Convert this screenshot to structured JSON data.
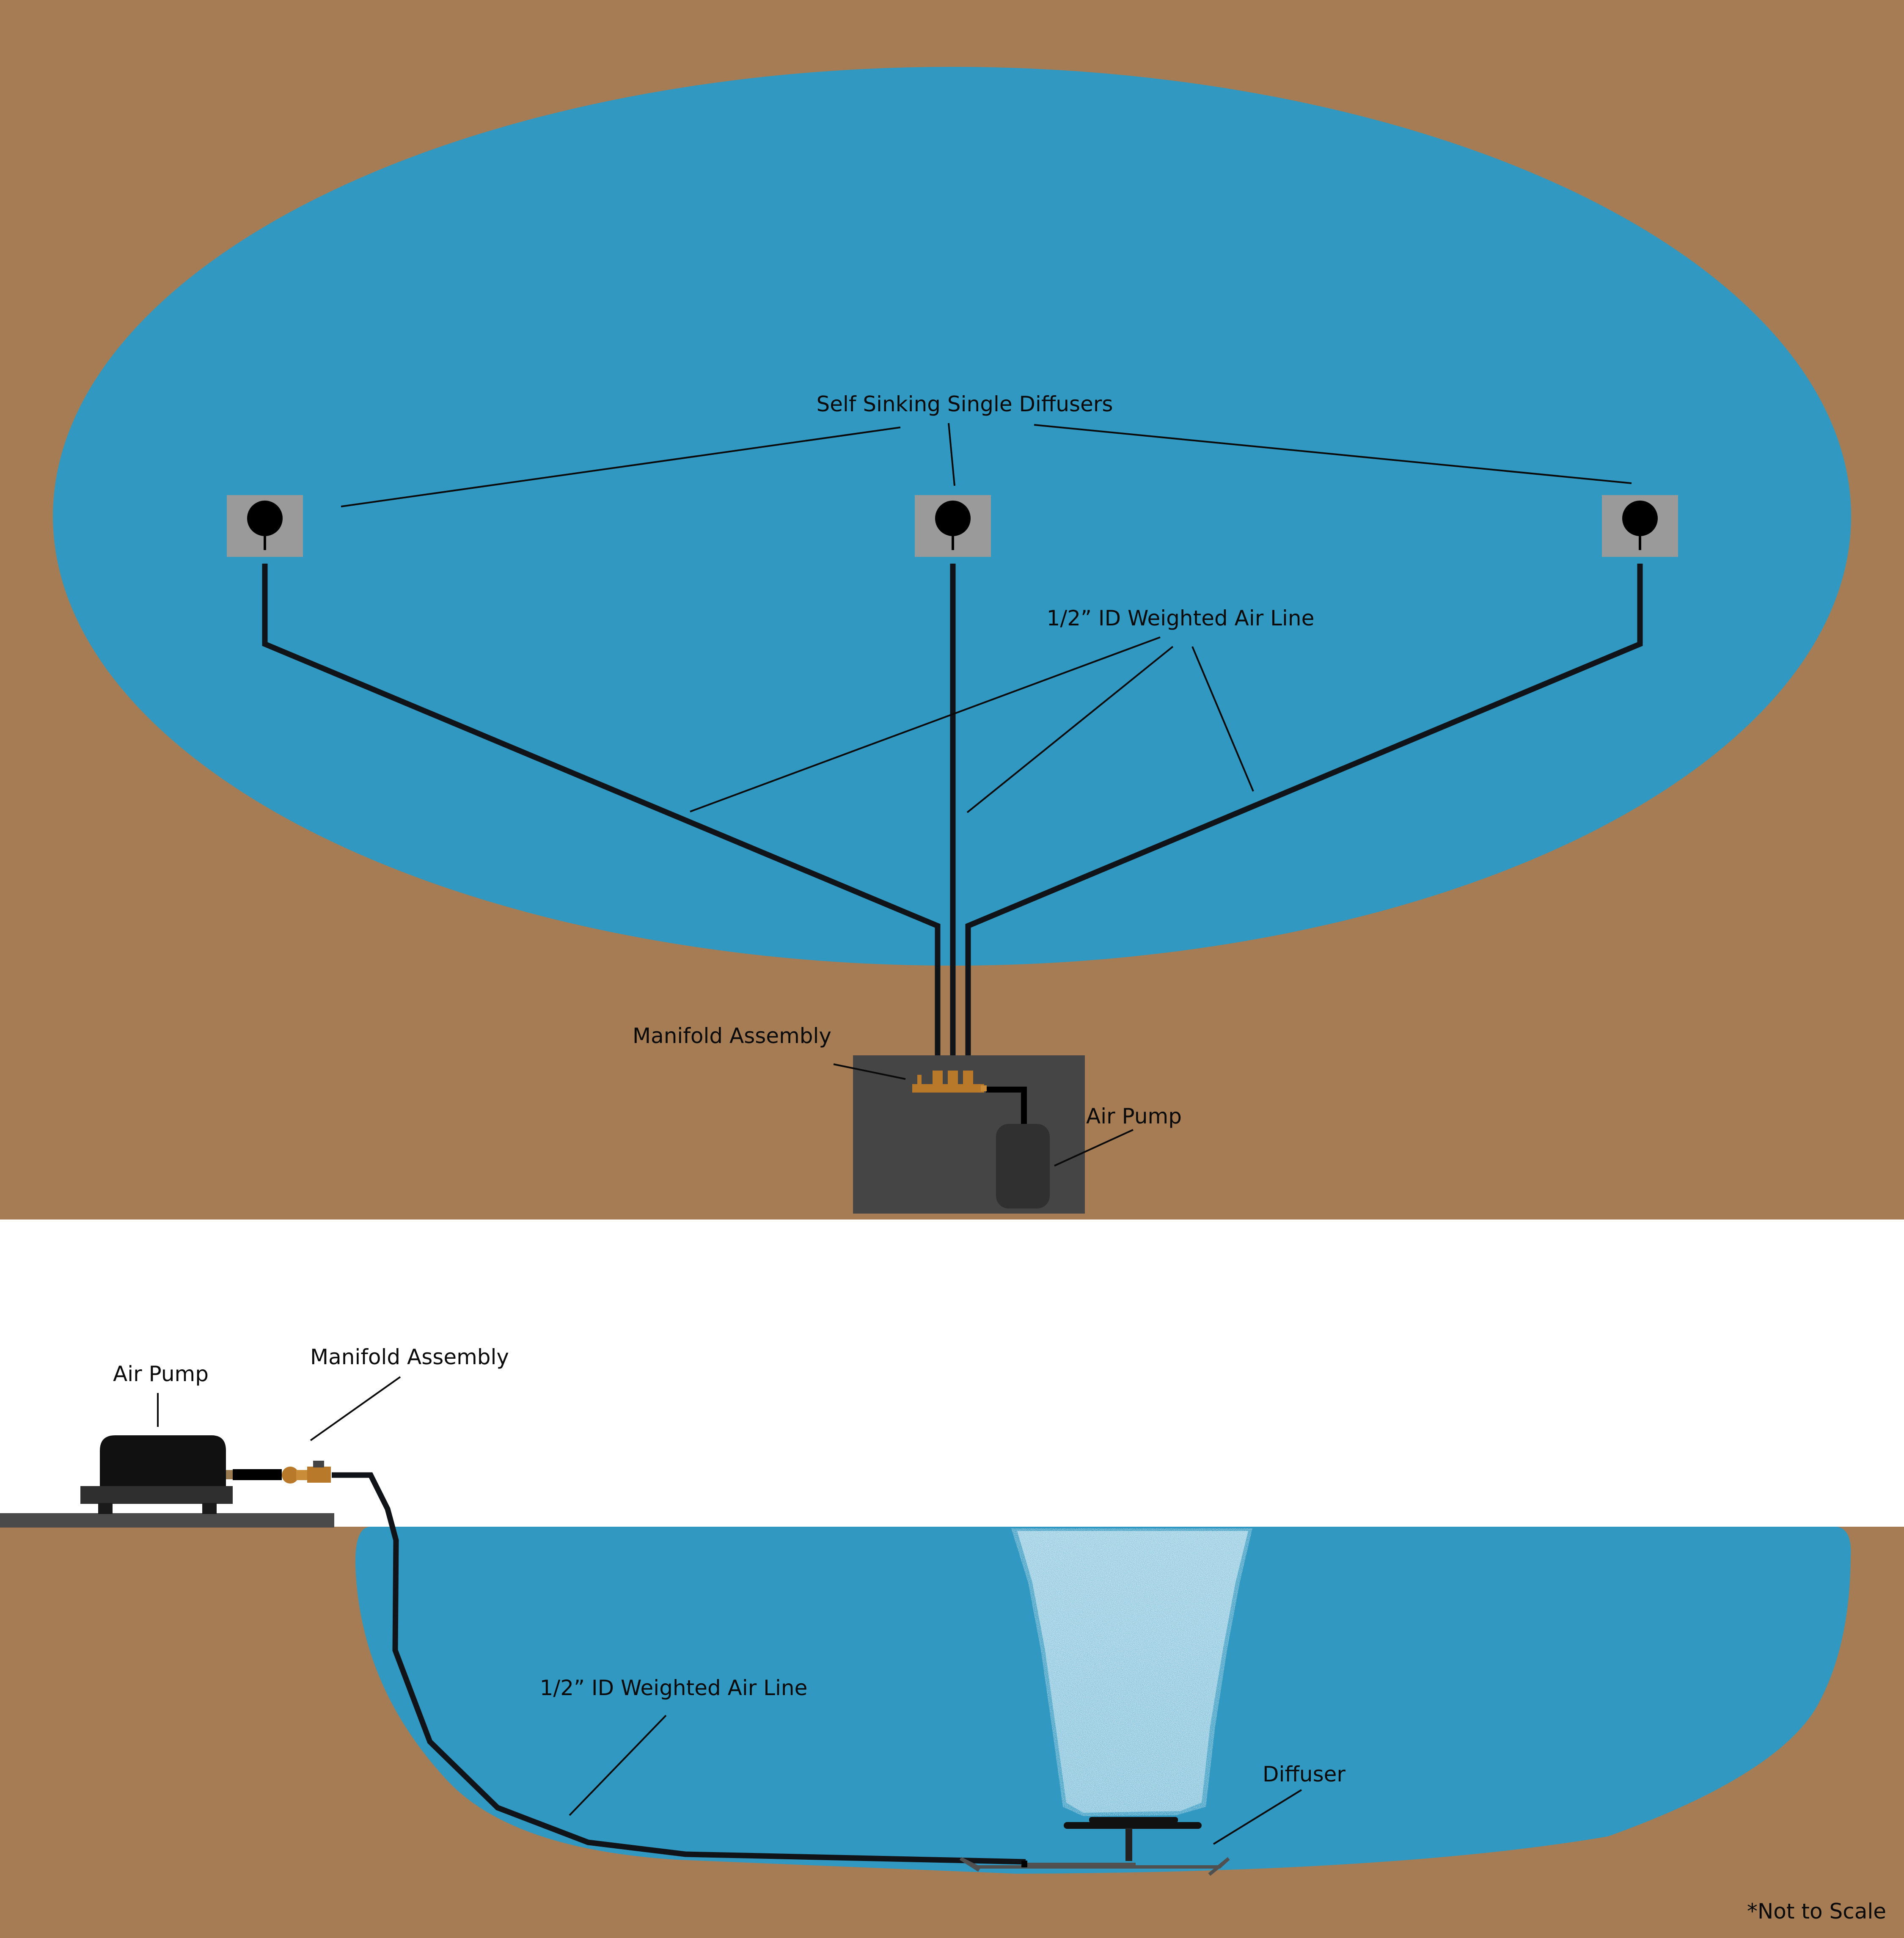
{
  "colors": {
    "ground": "#a57c54",
    "water": "#3198c1",
    "sky": "#ffffff",
    "pad": "#454545",
    "pump": "#303030",
    "diffuser_tile": "#9a9a9a",
    "manifold_brass": "#b87a2a",
    "air_line": "#101418",
    "bubbles": "#d8eef8"
  },
  "top_view": {
    "diffusers_label": "Self Sinking Single Diffusers",
    "air_line_label": "1/2” ID Weighted Air Line",
    "manifold_label": "Manifold Assembly",
    "pump_label": "Air Pump",
    "diffuser_count": 3
  },
  "side_view": {
    "pump_label": "Air Pump",
    "manifold_label": "Manifold Assembly",
    "air_line_label": "1/2” ID Weighted Air Line",
    "diffuser_label": "Diffuser"
  },
  "footnote": "*Not to Scale"
}
